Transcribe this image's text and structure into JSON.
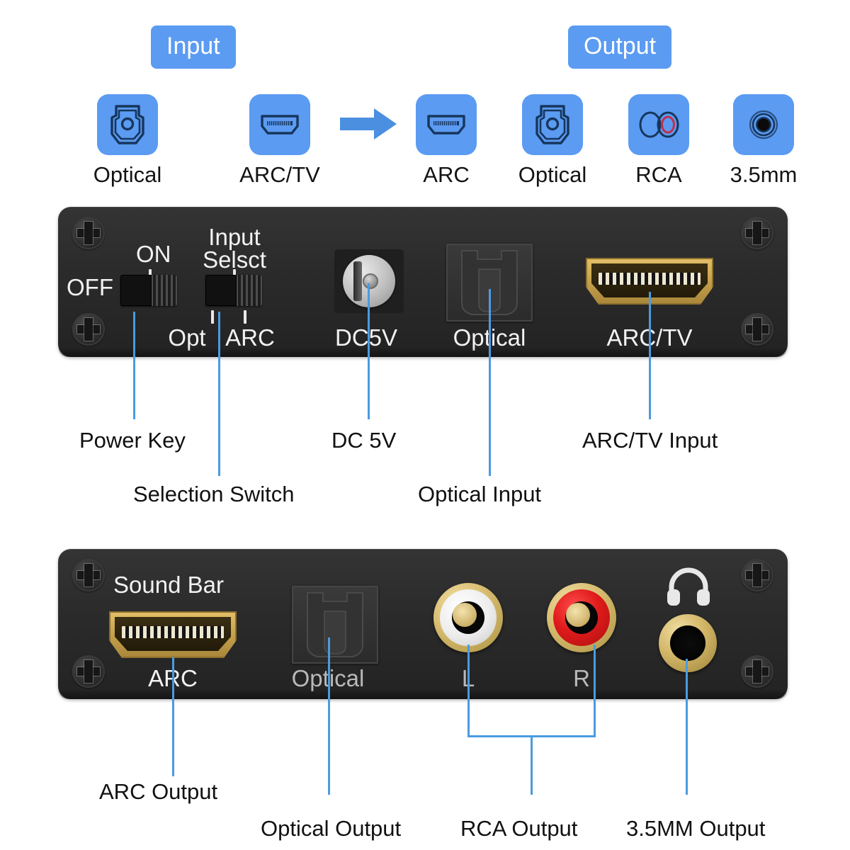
{
  "header": {
    "input_badge": "Input",
    "output_badge": "Output",
    "arrow_icon": "arrow-right-icon",
    "input_icons": [
      {
        "icon": "optical-toslink-icon",
        "label": "Optical"
      },
      {
        "icon": "hdmi-port-icon",
        "label": "ARC/TV"
      }
    ],
    "output_icons": [
      {
        "icon": "hdmi-port-icon",
        "label": "ARC"
      },
      {
        "icon": "optical-toslink-icon",
        "label": "Optical"
      },
      {
        "icon": "rca-pair-icon",
        "label": "RCA"
      },
      {
        "icon": "headphone-jack-icon",
        "label": "3.5mm"
      }
    ]
  },
  "front_panel": {
    "power_off_label": "OFF",
    "power_on_label": "ON",
    "input_select_line1": "Input",
    "input_select_line2": "Selsct",
    "opt_label": "Opt",
    "arc_label": "ARC",
    "dc_label": "DC5V",
    "optical_label": "Optical",
    "arctv_label": "ARC/TV"
  },
  "front_callouts": [
    {
      "label": "Power Key"
    },
    {
      "label": "Selection Switch"
    },
    {
      "label": "DC 5V"
    },
    {
      "label": "Optical Input"
    },
    {
      "label": "ARC/TV Input"
    }
  ],
  "back_panel": {
    "sound_bar_label": "Sound Bar",
    "arc_label": "ARC",
    "optical_label": "Optical",
    "rca_left_label": "L",
    "rca_right_label": "R",
    "headphone_icon": "headphone-icon"
  },
  "back_callouts": [
    {
      "label": "ARC Output"
    },
    {
      "label": "Optical Output"
    },
    {
      "label": "RCA Output"
    },
    {
      "label": "3.5MM Output"
    }
  ],
  "colors": {
    "accent_blue": "#5b9bf2",
    "leader_blue": "#4a9be0",
    "icon_navy": "#17365d",
    "rca_red": "#c0304a",
    "panel_dark": "#2b2b2b",
    "gold": "#d9be72"
  }
}
